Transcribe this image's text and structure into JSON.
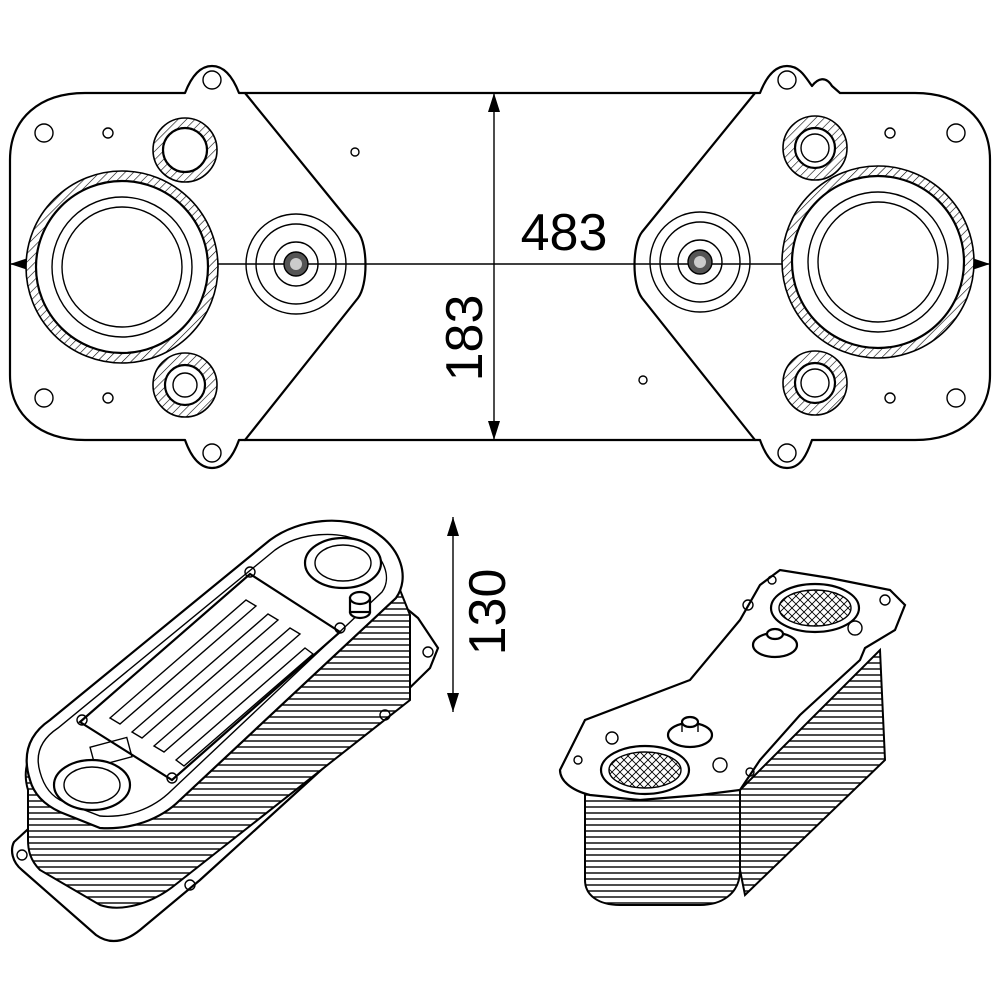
{
  "dimensions": {
    "length": "483",
    "width": "183",
    "height": "130"
  }
}
